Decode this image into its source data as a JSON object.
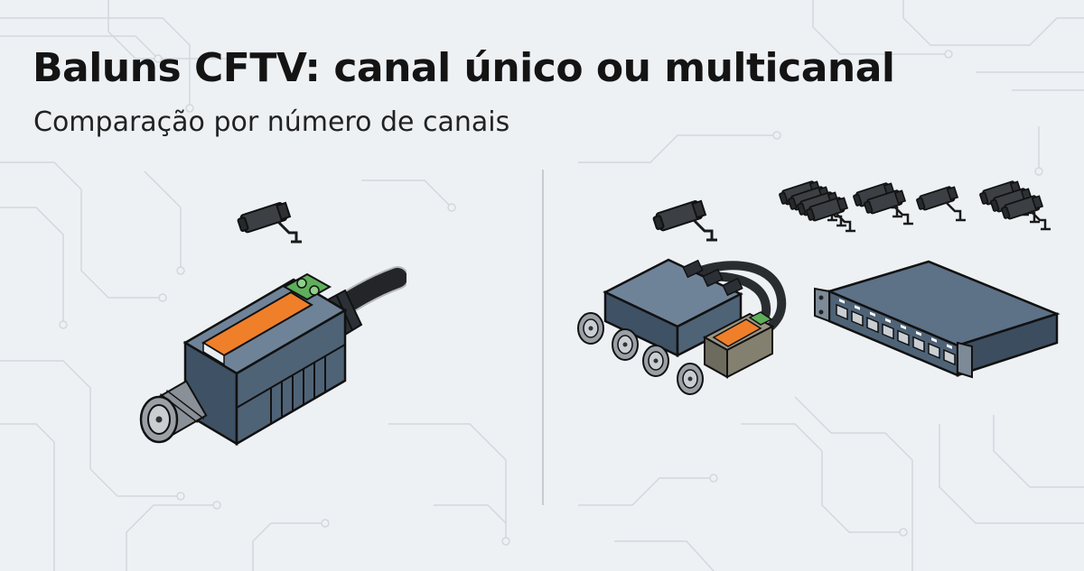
{
  "header": {
    "title": "Baluns CFTV: canal único ou multicanal",
    "subtitle": "Comparação por número de canais"
  },
  "colors": {
    "background": "#eef1f4",
    "circuit_lines": "#d2d8de",
    "device_body": "#4f6377",
    "terminal_green": "#5fae5a",
    "label_orange": "#f07f2a",
    "divider": "#c6ccd2"
  },
  "illustrations": {
    "left": [
      "security-camera-icon",
      "single-channel-balun"
    ],
    "right": [
      "security-camera-icon",
      "camera-group-icons",
      "multi-channel-balun",
      "rack-balun-panel"
    ]
  }
}
